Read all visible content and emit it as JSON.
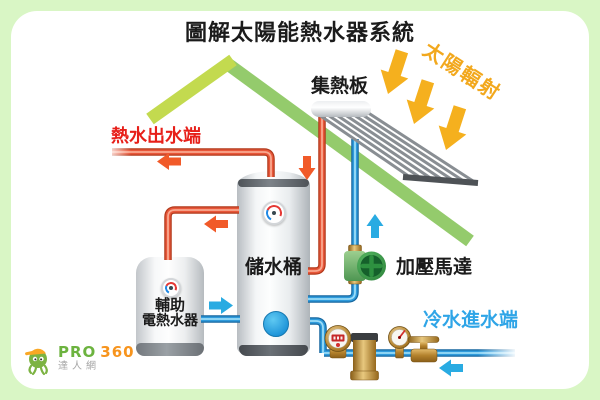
{
  "title": "圖解太陽能熱水器系統",
  "diagram": {
    "solar_radiation_label": "太陽輻射",
    "collector_label": "集熱板",
    "hot_outlet_label": "熱水出水端",
    "tank_label": "儲水桶",
    "pump_label": "加壓馬達",
    "aux_heater_label_line1": "輔助",
    "aux_heater_label_line2": "電熱水器",
    "cold_inlet_label": "冷水進水端"
  },
  "logo": {
    "brand_pro": "PRO",
    "brand_360": "360",
    "subtitle": "達人網"
  },
  "colors": {
    "background_border": "#D9F6C5",
    "hot_pipe": "#E8573A",
    "hot_arrow": "#F15A29",
    "hot_label": "#E71F19",
    "cold_pipe": "#2F9BDC",
    "cold_arrow": "#29ABE2",
    "cold_label": "#2FA5E7",
    "sun_arrow": "#F5B01E",
    "sun_label": "#F2A81D",
    "roof_left_slope": "#C3DA4F",
    "roof_right_slope": "#94CB6C",
    "pump_green": "#2E9140",
    "brass_fitting": "#C89B4A"
  },
  "icons": {
    "mascot": "pro360-octopus-mascot",
    "sun_arrows": "sun-radiation-arrows",
    "flow_arrows": "water-flow-direction-arrows",
    "gauges": "temperature-gauge-dials"
  }
}
